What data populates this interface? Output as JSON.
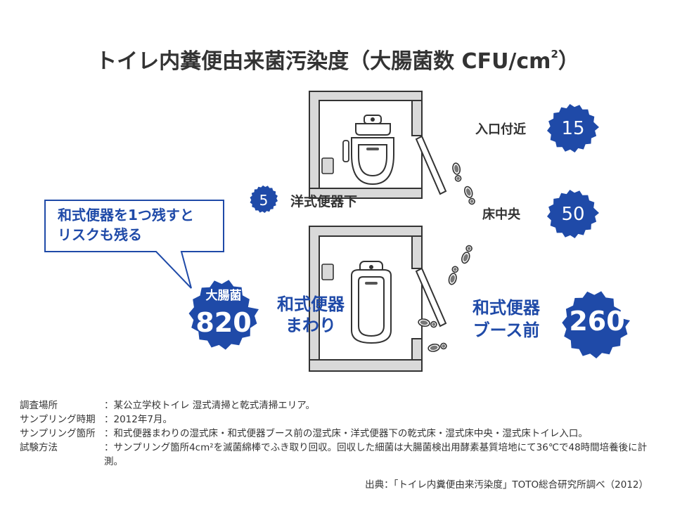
{
  "title_main": "トイレ内糞便由来菌汚染度（大腸菌数 CFU/cm",
  "title_sup": "2",
  "title_end": "）",
  "callout": {
    "line1": "和式便器を1つ残すと",
    "line2": "リスクも残る"
  },
  "badges": {
    "seiyo": {
      "value": "5",
      "label": "洋式便器下"
    },
    "entrance": {
      "value": "15",
      "label": "入口付近"
    },
    "floor_center": {
      "value": "50",
      "label": "床中央"
    },
    "washiki_around": {
      "caption": "大腸菌",
      "value": "820",
      "label1": "和式便器",
      "label2": "まわり"
    },
    "washiki_booth": {
      "value": "260",
      "label1": "和式便器",
      "label2": "ブース前"
    }
  },
  "notes": [
    {
      "key": "調査場所",
      "value": "：某公立学校トイレ 湿式清掃と乾式清掃エリア。"
    },
    {
      "key": "サンプリング時期",
      "value": "：2012年7月。"
    },
    {
      "key": "サンプリング箇所",
      "value": "：和式便器まわりの湿式床・和式便器ブース前の湿式床・洋式便器下の乾式床・湿式床中央・湿式床トイレ入口。"
    },
    {
      "key": "試験方法",
      "value": "：サンプリング箇所4cm²を滅菌綿棒でふき取り回収。回収した細菌は大腸菌検出用酵素基質培地にて36℃で48時間培養後に計測。"
    }
  ],
  "source": "出典：「トイレ内糞便由来汚染度」TOTO総合研究所調べ（2012）",
  "colors": {
    "badge_blue": "#1f4aa8",
    "wall_gray": "#d9d9d9",
    "outline": "#333333"
  },
  "icons": [
    "western-toilet-icon",
    "squat-toilet-icon",
    "paper-holder-icon",
    "footprint-icon",
    "speech-bubble-icon",
    "burst-badge-icon"
  ]
}
